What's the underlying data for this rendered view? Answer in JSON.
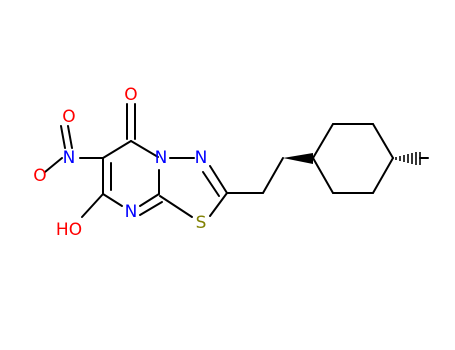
{
  "molecule": {
    "atoms": [
      {
        "id": "O_ketone",
        "label": "O",
        "color": "#ff0000"
      },
      {
        "id": "O_nitro_1",
        "label": "O",
        "color": "#ff0000"
      },
      {
        "id": "O_nitro_2",
        "label": "O",
        "color": "#ff0000"
      },
      {
        "id": "N_nitro",
        "label": "N",
        "color": "#0000ff"
      },
      {
        "id": "N_ring_top",
        "label": "N",
        "color": "#0000ff"
      },
      {
        "id": "N_thiadiazole",
        "label": "N",
        "color": "#0000ff"
      },
      {
        "id": "N_pyrimidine",
        "label": "N",
        "color": "#0000ff"
      },
      {
        "id": "S_ring",
        "label": "S",
        "color": "#808000"
      },
      {
        "id": "O_hydroxyl",
        "label": "HO",
        "color": "#ff0000"
      }
    ],
    "bond_color": "#000000",
    "background": "#ffffff"
  }
}
